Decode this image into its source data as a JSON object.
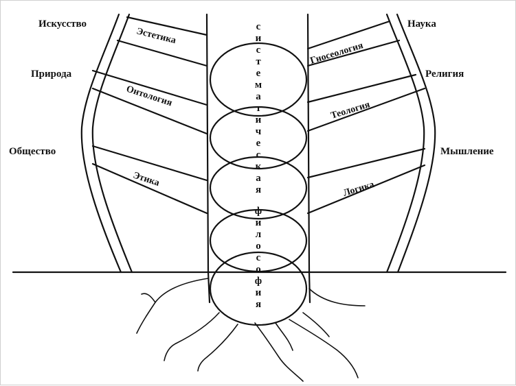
{
  "left_labels": {
    "art": "Искусство",
    "nature": "Природа",
    "society": "Общество"
  },
  "right_labels": {
    "science": "Наука",
    "religion": "Религия",
    "thinking": "Мышление"
  },
  "left_bands": {
    "aesthetics": "Эстетика",
    "ontology": "Онтология",
    "ethics": "Этика"
  },
  "right_bands": {
    "gnoseology": "Гносеология",
    "theology": "Теология",
    "logic": "Логика"
  },
  "trunk_letters": [
    "с",
    "и",
    "с",
    "т",
    "е",
    "м",
    "а",
    "т",
    "и",
    "ч",
    "е",
    "с",
    "к",
    "а",
    "я",
    "",
    "ф",
    "и",
    "л",
    "о",
    "с",
    "о",
    "ф",
    "и",
    "я"
  ]
}
